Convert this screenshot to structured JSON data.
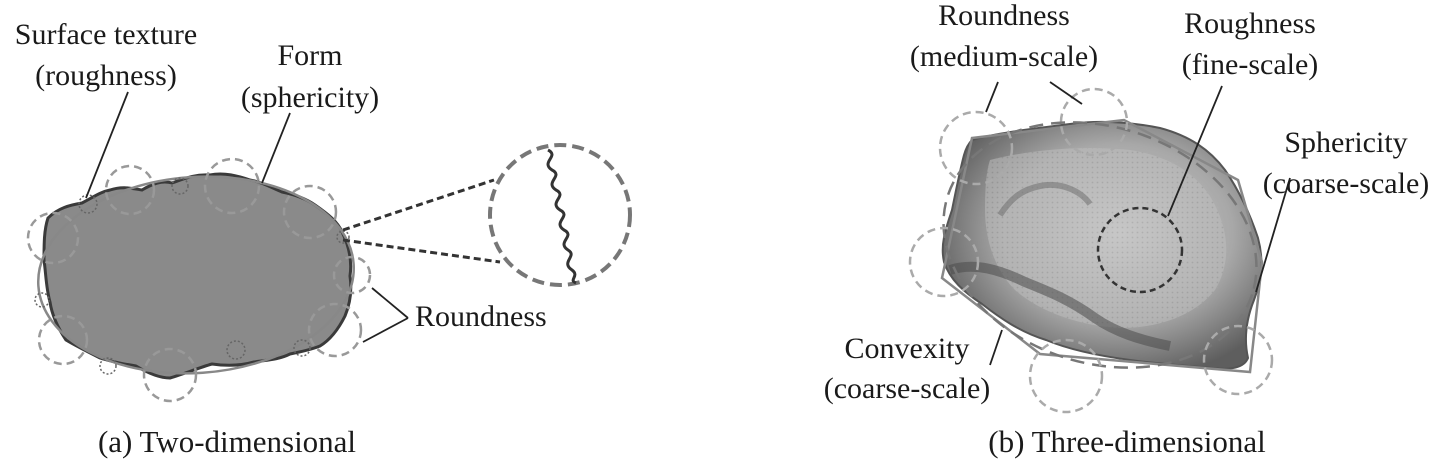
{
  "panel_a": {
    "caption": "(a) Two-dimensional",
    "labels": {
      "surface_texture_1": "Surface texture",
      "surface_texture_2": "(roughness)",
      "form_1": "Form",
      "form_2": "(sphericity)",
      "roundness": "Roundness"
    }
  },
  "panel_b": {
    "caption": "(b) Three-dimensional",
    "labels": {
      "roundness_1": "Roundness",
      "roundness_2": "(medium-scale)",
      "roughness_1": "Roughness",
      "roughness_2": "(fine-scale)",
      "sphericity_1": "Sphericity",
      "sphericity_2": "(coarse-scale)",
      "convexity_1": "Convexity",
      "convexity_2": "(coarse-scale)"
    }
  },
  "colors": {
    "particle_fill": "#8a8a8a",
    "particle_outline": "#3a3a3a",
    "dashed_circle": "#999999",
    "leader_line": "#222222",
    "text": "#1a1a1a"
  }
}
